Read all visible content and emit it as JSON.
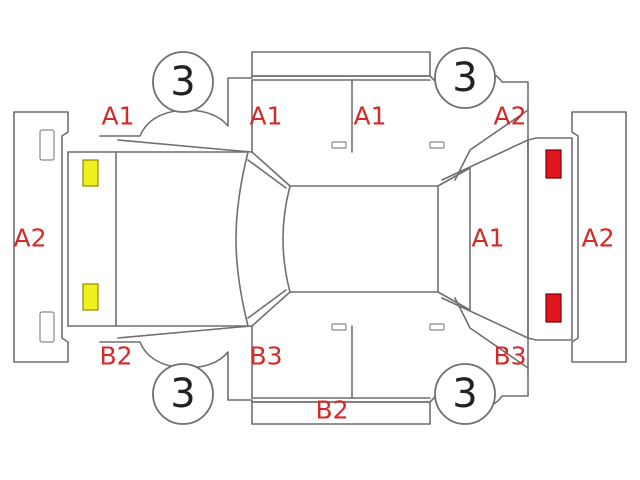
{
  "colors": {
    "label": "#d42a2a",
    "light_front": "#f2ef1f",
    "light_front_stroke": "#8f8a00",
    "light_rear": "#e0151d",
    "light_rear_stroke": "#7a0000"
  },
  "wheels": {
    "front_left": "3",
    "rear_left": "3",
    "front_right": "3",
    "rear_right": "3"
  },
  "labels": {
    "front_left_corner": "A1",
    "front_left_door": "A1",
    "rear_left_door": "A1",
    "rear_left_corner": "A2",
    "front_bumper": "A2",
    "tailgate_glass": "A1",
    "rear_bumper": "A2",
    "front_right_corner": "B2",
    "front_right_door": "B3",
    "rear_right_side": "B3",
    "right_side_skirt": "B2"
  }
}
